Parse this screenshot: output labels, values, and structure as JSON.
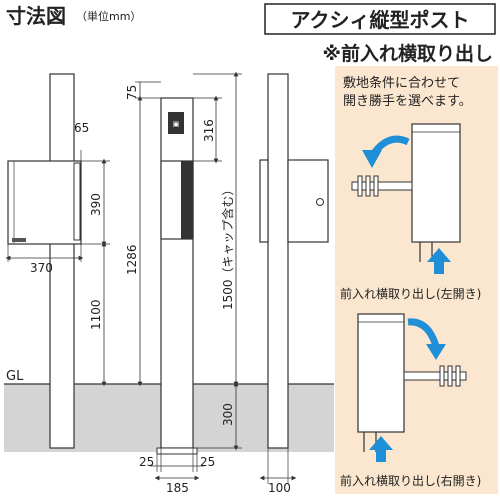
{
  "header": {
    "title": "寸法図",
    "unit": "（単位mm）",
    "product_name": "アクシィ縦型ポスト",
    "variant": "※前入れ横取り出し"
  },
  "ground_label": "GL",
  "dimensions": {
    "mailbox_width": "370",
    "mailbox_height": "390",
    "gap_top": "65",
    "mount_height": "1100",
    "post_height_front": "1286",
    "post_top": "75",
    "plate_height": "316",
    "post_height_total": "1500（キャップ含む）",
    "buried_depth": "300",
    "side_left": "25",
    "side_right": "25",
    "post_depth": "185",
    "post_width": "100"
  },
  "note_panel": {
    "text_line1": "敷地条件に合わせて",
    "text_line2": "開き勝手を選べます。",
    "caption_left": "前入れ横取り出し(左開き)",
    "caption_right": "前入れ横取り出し(右開き)",
    "bg_color": "#fbe7cf",
    "arrow_color": "#1f8fd8"
  },
  "colors": {
    "ground": "#d4d4d4",
    "line": "#333333"
  }
}
